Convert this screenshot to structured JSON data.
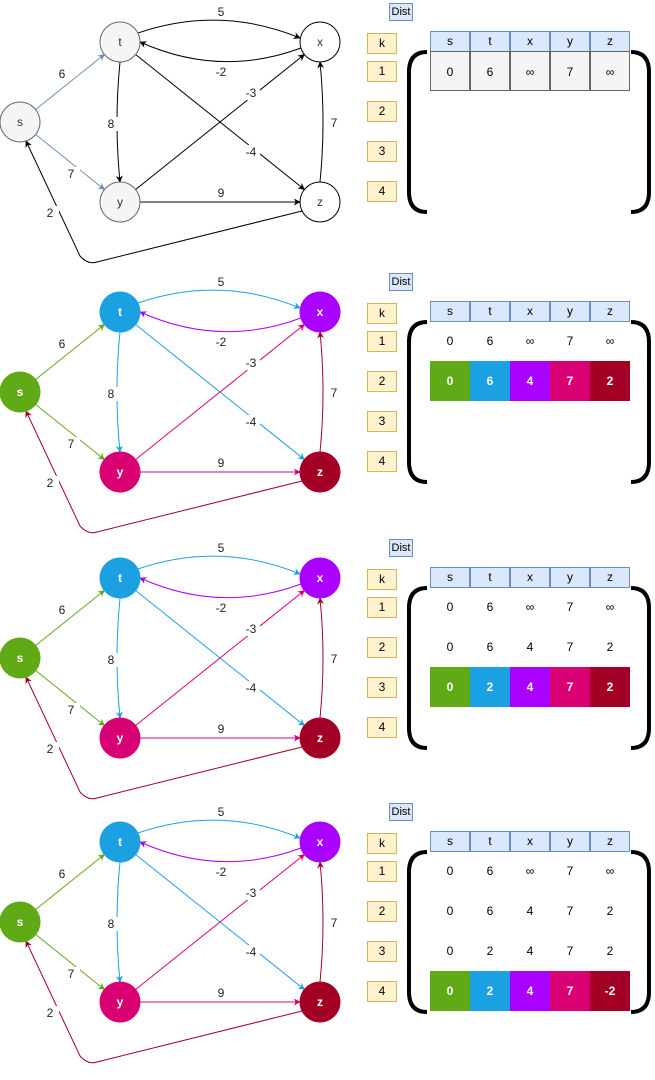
{
  "node_names": [
    "s",
    "t",
    "x",
    "y",
    "z"
  ],
  "edges": [
    {
      "from": "s",
      "to": "t",
      "weight": "6"
    },
    {
      "from": "s",
      "to": "y",
      "weight": "7"
    },
    {
      "from": "t",
      "to": "x",
      "weight": "5"
    },
    {
      "from": "x",
      "to": "t",
      "weight": "-2"
    },
    {
      "from": "t",
      "to": "y",
      "weight": "8"
    },
    {
      "from": "t",
      "to": "z",
      "weight": "-4"
    },
    {
      "from": "y",
      "to": "x",
      "weight": "-3"
    },
    {
      "from": "y",
      "to": "z",
      "weight": "9"
    },
    {
      "from": "z",
      "to": "x",
      "weight": "7"
    },
    {
      "from": "z",
      "to": "s",
      "weight": "2"
    }
  ],
  "table": {
    "title": "Dist",
    "k_header": "k",
    "columns": [
      "s",
      "t",
      "x",
      "y",
      "z"
    ],
    "k_values": [
      "1",
      "2",
      "3",
      "4"
    ]
  },
  "colors": {
    "s": "#60a917",
    "t": "#1ba1e2",
    "x": "#aa00ff",
    "y": "#d80073",
    "z": "#a20025",
    "plain_fill": "#f5f5f5",
    "plain_stroke": "#666666"
  },
  "panels": [
    {
      "colored": false,
      "rows": [
        [
          "0",
          "6",
          "∞",
          "7",
          "∞"
        ]
      ],
      "highlight_last": false
    },
    {
      "colored": true,
      "rows": [
        [
          "0",
          "6",
          "∞",
          "7",
          "∞"
        ],
        [
          "0",
          "6",
          "4",
          "7",
          "2"
        ]
      ],
      "highlight_last": true
    },
    {
      "colored": true,
      "rows": [
        [
          "0",
          "6",
          "∞",
          "7",
          "∞"
        ],
        [
          "0",
          "6",
          "4",
          "7",
          "2"
        ],
        [
          "0",
          "2",
          "4",
          "7",
          "2"
        ]
      ],
      "highlight_last": true
    },
    {
      "colored": true,
      "rows": [
        [
          "0",
          "6",
          "∞",
          "7",
          "∞"
        ],
        [
          "0",
          "6",
          "4",
          "7",
          "2"
        ],
        [
          "0",
          "2",
          "4",
          "7",
          "2"
        ],
        [
          "0",
          "2",
          "4",
          "7",
          "-2"
        ]
      ],
      "highlight_last": true
    }
  ]
}
